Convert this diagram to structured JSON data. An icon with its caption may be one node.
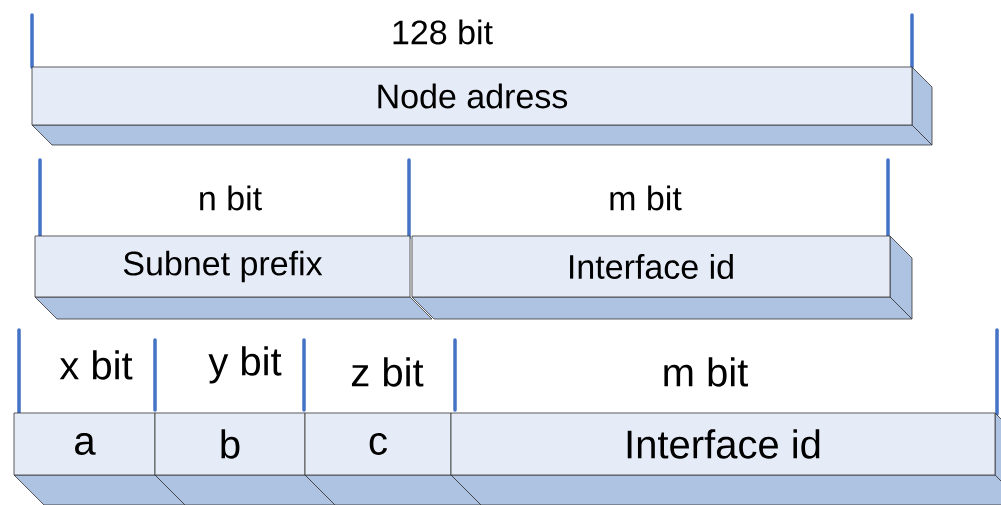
{
  "diagram": {
    "nodes": [
      {
        "text": [
          "Node adress"
        ],
        "beside": [
          "128 bit"
        ]
      },
      {
        "text": [
          "Subnet prefix"
        ],
        "beside": [
          "n bit"
        ]
      },
      {
        "text": [
          "Interface id"
        ],
        "beside": [
          "m bit"
        ]
      },
      {
        "text": [
          "a"
        ],
        "beside": [
          "x bit"
        ]
      },
      {
        "text": [
          "b"
        ],
        "beside": [
          "y bit"
        ]
      },
      {
        "text": [
          "c"
        ],
        "beside": [
          "z bit"
        ]
      },
      {
        "text": [
          "Interface id"
        ],
        "beside": [
          "m bit"
        ]
      }
    ]
  }
}
